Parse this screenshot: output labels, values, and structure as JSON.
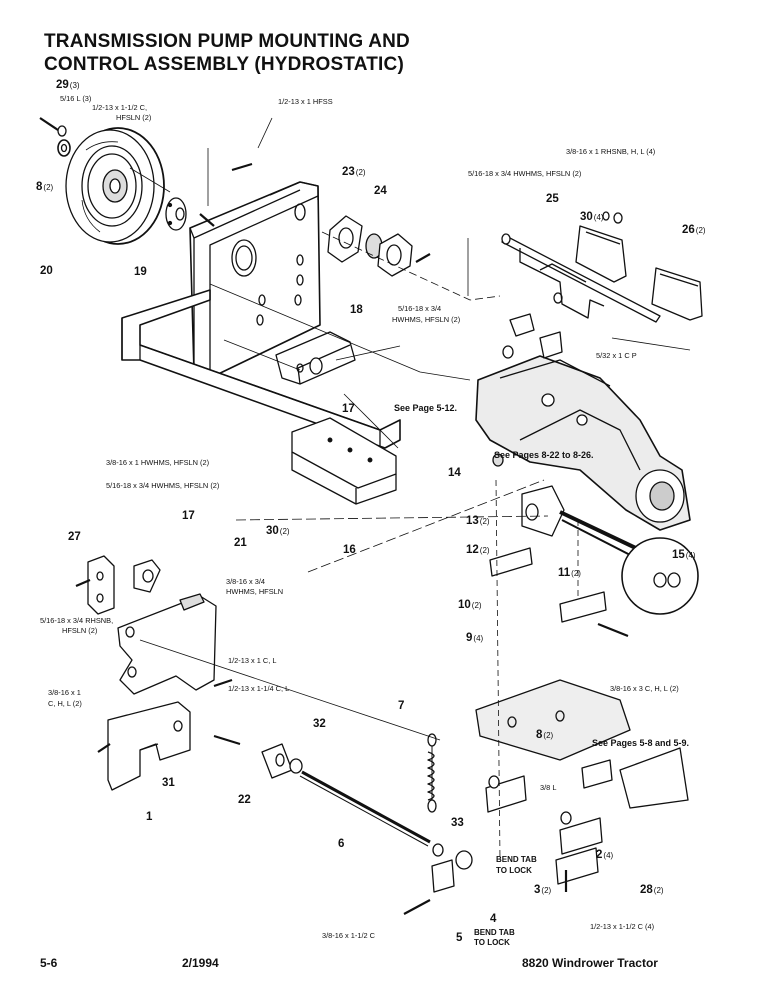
{
  "title": {
    "line1": "TRANSMISSION PUMP MOUNTING AND",
    "line2": "CONTROL ASSEMBLY (HYDROSTATIC)"
  },
  "footer": {
    "page": "5-6",
    "date": "2/1994",
    "model": "8820 Windrower Tractor"
  },
  "callouts": [
    {
      "num": "29",
      "qty": "(3)"
    },
    {
      "num": "8",
      "qty": "(2)"
    },
    {
      "num": "20",
      "qty": ""
    },
    {
      "num": "19",
      "qty": ""
    },
    {
      "num": "23",
      "qty": "(2)"
    },
    {
      "num": "24",
      "qty": ""
    },
    {
      "num": "30",
      "qty": "(4)"
    },
    {
      "num": "25",
      "qty": ""
    },
    {
      "num": "26",
      "qty": "(2)"
    },
    {
      "num": "18",
      "qty": ""
    },
    {
      "num": "17",
      "qty": ""
    },
    {
      "num": "14",
      "qty": ""
    },
    {
      "num": "16",
      "qty": ""
    },
    {
      "num": "13",
      "qty": "(2)"
    },
    {
      "num": "30",
      "qty": "(2)"
    },
    {
      "num": "12",
      "qty": "(2)"
    },
    {
      "num": "11",
      "qty": "(2)"
    },
    {
      "num": "15",
      "qty": "(4)"
    },
    {
      "num": "27",
      "qty": ""
    },
    {
      "num": "17",
      "qty": ""
    },
    {
      "num": "21",
      "qty": ""
    },
    {
      "num": "10",
      "qty": "(2)"
    },
    {
      "num": "9",
      "qty": "(4)"
    },
    {
      "num": "7",
      "qty": ""
    },
    {
      "num": "8",
      "qty": "(2)"
    },
    {
      "num": "32",
      "qty": ""
    },
    {
      "num": "31",
      "qty": ""
    },
    {
      "num": "22",
      "qty": ""
    },
    {
      "num": "1",
      "qty": ""
    },
    {
      "num": "6",
      "qty": ""
    },
    {
      "num": "33",
      "qty": ""
    },
    {
      "num": "2",
      "qty": "(4)"
    },
    {
      "num": "3",
      "qty": "(2)"
    },
    {
      "num": "28",
      "qty": "(2)"
    },
    {
      "num": "4",
      "qty": ""
    },
    {
      "num": "5",
      "qty": ""
    }
  ],
  "hardware": [
    "5/16 L (3)",
    "1/2-13 x 1-1/2 C,",
    "HFSLN (2)",
    "1/2-13 x 1 HFSS",
    "3/8-16 x 1 RHSNB, H, L (4)",
    "5/16-18 x 3/4 HWHMS, HFSLN (2)",
    "5/16-18 x 3/4",
    "HWHMS, HFSLN (2)",
    "5/32 x 1 C P",
    "3/8-16 x 1 HWHMS, HFSLN (2)",
    "5/16-18 x 3/4 HWHMS, HFSLN (2)",
    "3/8-16 x 3/4",
    "HWHMS, HFSLN",
    "5/16-18 x 3/4 RHSNB,",
    "HFSLN (2)",
    "1/2-13 x 1 C, L",
    "3/8-16 x 1",
    "C, H, L (2)",
    "1/2-13 x 1-1/4 C, L",
    "3/8-16 x 3 C, H, L (2)",
    "3/8 L",
    "3/8-16 x 1-1/2 C",
    "1/2-13 x 1-1/2 C (4)"
  ],
  "notes": [
    "See Page 5-12.",
    "See Pages 8-22 to 8-26.",
    "See Pages 5-8 and 5-9.",
    "BEND TAB",
    "TO LOCK",
    "BEND TAB",
    "TO LOCK"
  ]
}
